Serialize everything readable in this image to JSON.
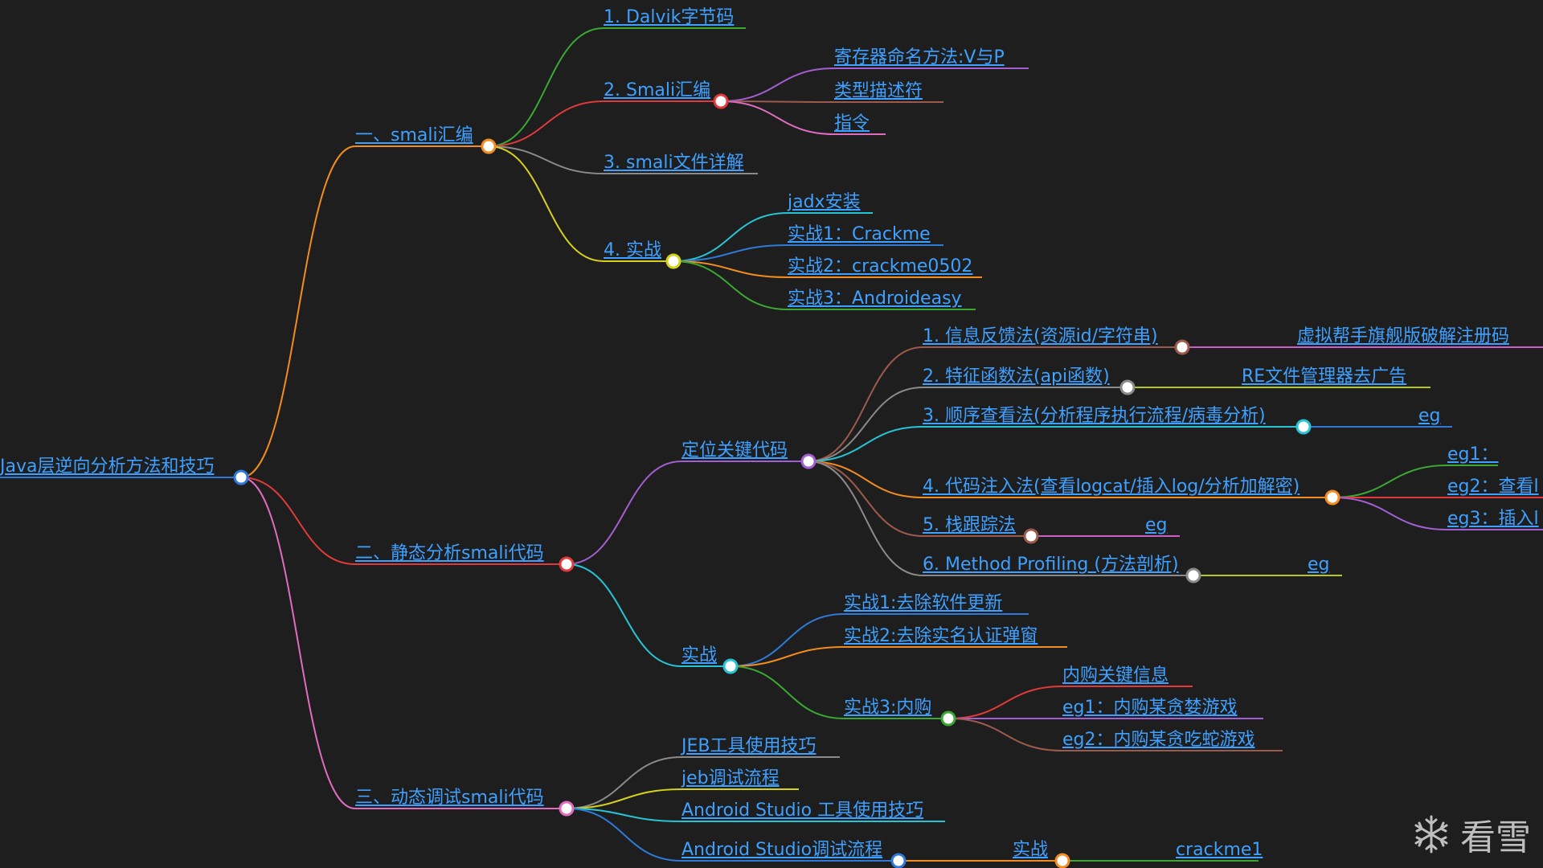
{
  "mindmap": {
    "root": "Java层逆向分析方法和技巧",
    "branches": [
      {
        "label": "一、smali汇编",
        "children": [
          {
            "label": "1. Dalvik字节码"
          },
          {
            "label": "2. Smali汇编",
            "children": [
              "寄存器命名方法:V与P",
              "类型描述符",
              "指令"
            ]
          },
          {
            "label": "3. smali文件详解"
          },
          {
            "label": "4. 实战",
            "children": [
              "jadx安装",
              "实战1：Crackme",
              "实战2：crackme0502",
              "实战3：Androideasy"
            ]
          }
        ]
      },
      {
        "label": "二、静态分析smali代码",
        "children": [
          {
            "label": "定位关键代码",
            "children": [
              {
                "label": "1. 信息反馈法(资源id/字符串)",
                "children": [
                  "虚拟帮手旗舰版破解注册码"
                ]
              },
              {
                "label": "2. 特征函数法(api函数)",
                "children": [
                  "RE文件管理器去广告"
                ]
              },
              {
                "label": "3. 顺序查看法(分析程序执行流程/病毒分析)",
                "children": [
                  "eg"
                ]
              },
              {
                "label": "4. 代码注入法(查看logcat/插入log/分析加解密)",
                "children": [
                  "eg1：",
                  "eg2：查看l",
                  "eg3：插入l"
                ]
              },
              {
                "label": "5. 栈跟踪法",
                "children": [
                  "eg"
                ]
              },
              {
                "label": "6. Method Profiling (方法剖析)",
                "children": [
                  "eg"
                ]
              }
            ]
          },
          {
            "label": "实战",
            "children": [
              {
                "label": "实战1:去除软件更新"
              },
              {
                "label": "实战2:去除实名认证弹窗"
              },
              {
                "label": "实战3:内购",
                "children": [
                  "内购关键信息",
                  "eg1：内购某贪婪游戏",
                  "eg2：内购某贪吃蛇游戏"
                ]
              }
            ]
          }
        ]
      },
      {
        "label": "三、动态调试smali代码",
        "children": [
          {
            "label": "JEB工具使用技巧"
          },
          {
            "label": "jeb调试流程"
          },
          {
            "label": "Android Studio 工具使用技巧"
          },
          {
            "label": "Android Studio调试流程",
            "children": [
              {
                "label": "实战",
                "children": [
                  "crackme1"
                ]
              }
            ]
          }
        ]
      }
    ]
  },
  "watermark": {
    "text": "看雪",
    "icon": "snowflake-icon"
  },
  "colors": {
    "background": "#1e1e1e",
    "link": "#3ea0ff",
    "orange": "#f28c1e",
    "red": "#e23a3a",
    "pink": "#e06cc0",
    "green": "#3aa832",
    "gray": "#8a8a8a",
    "yellow": "#d6d21c",
    "cyan": "#27c4d6",
    "blue": "#2f79d8",
    "purple": "#a35fd1",
    "brown": "#9c5a4c",
    "lime": "#b8c81a",
    "magenta": "#cc5fc4"
  }
}
